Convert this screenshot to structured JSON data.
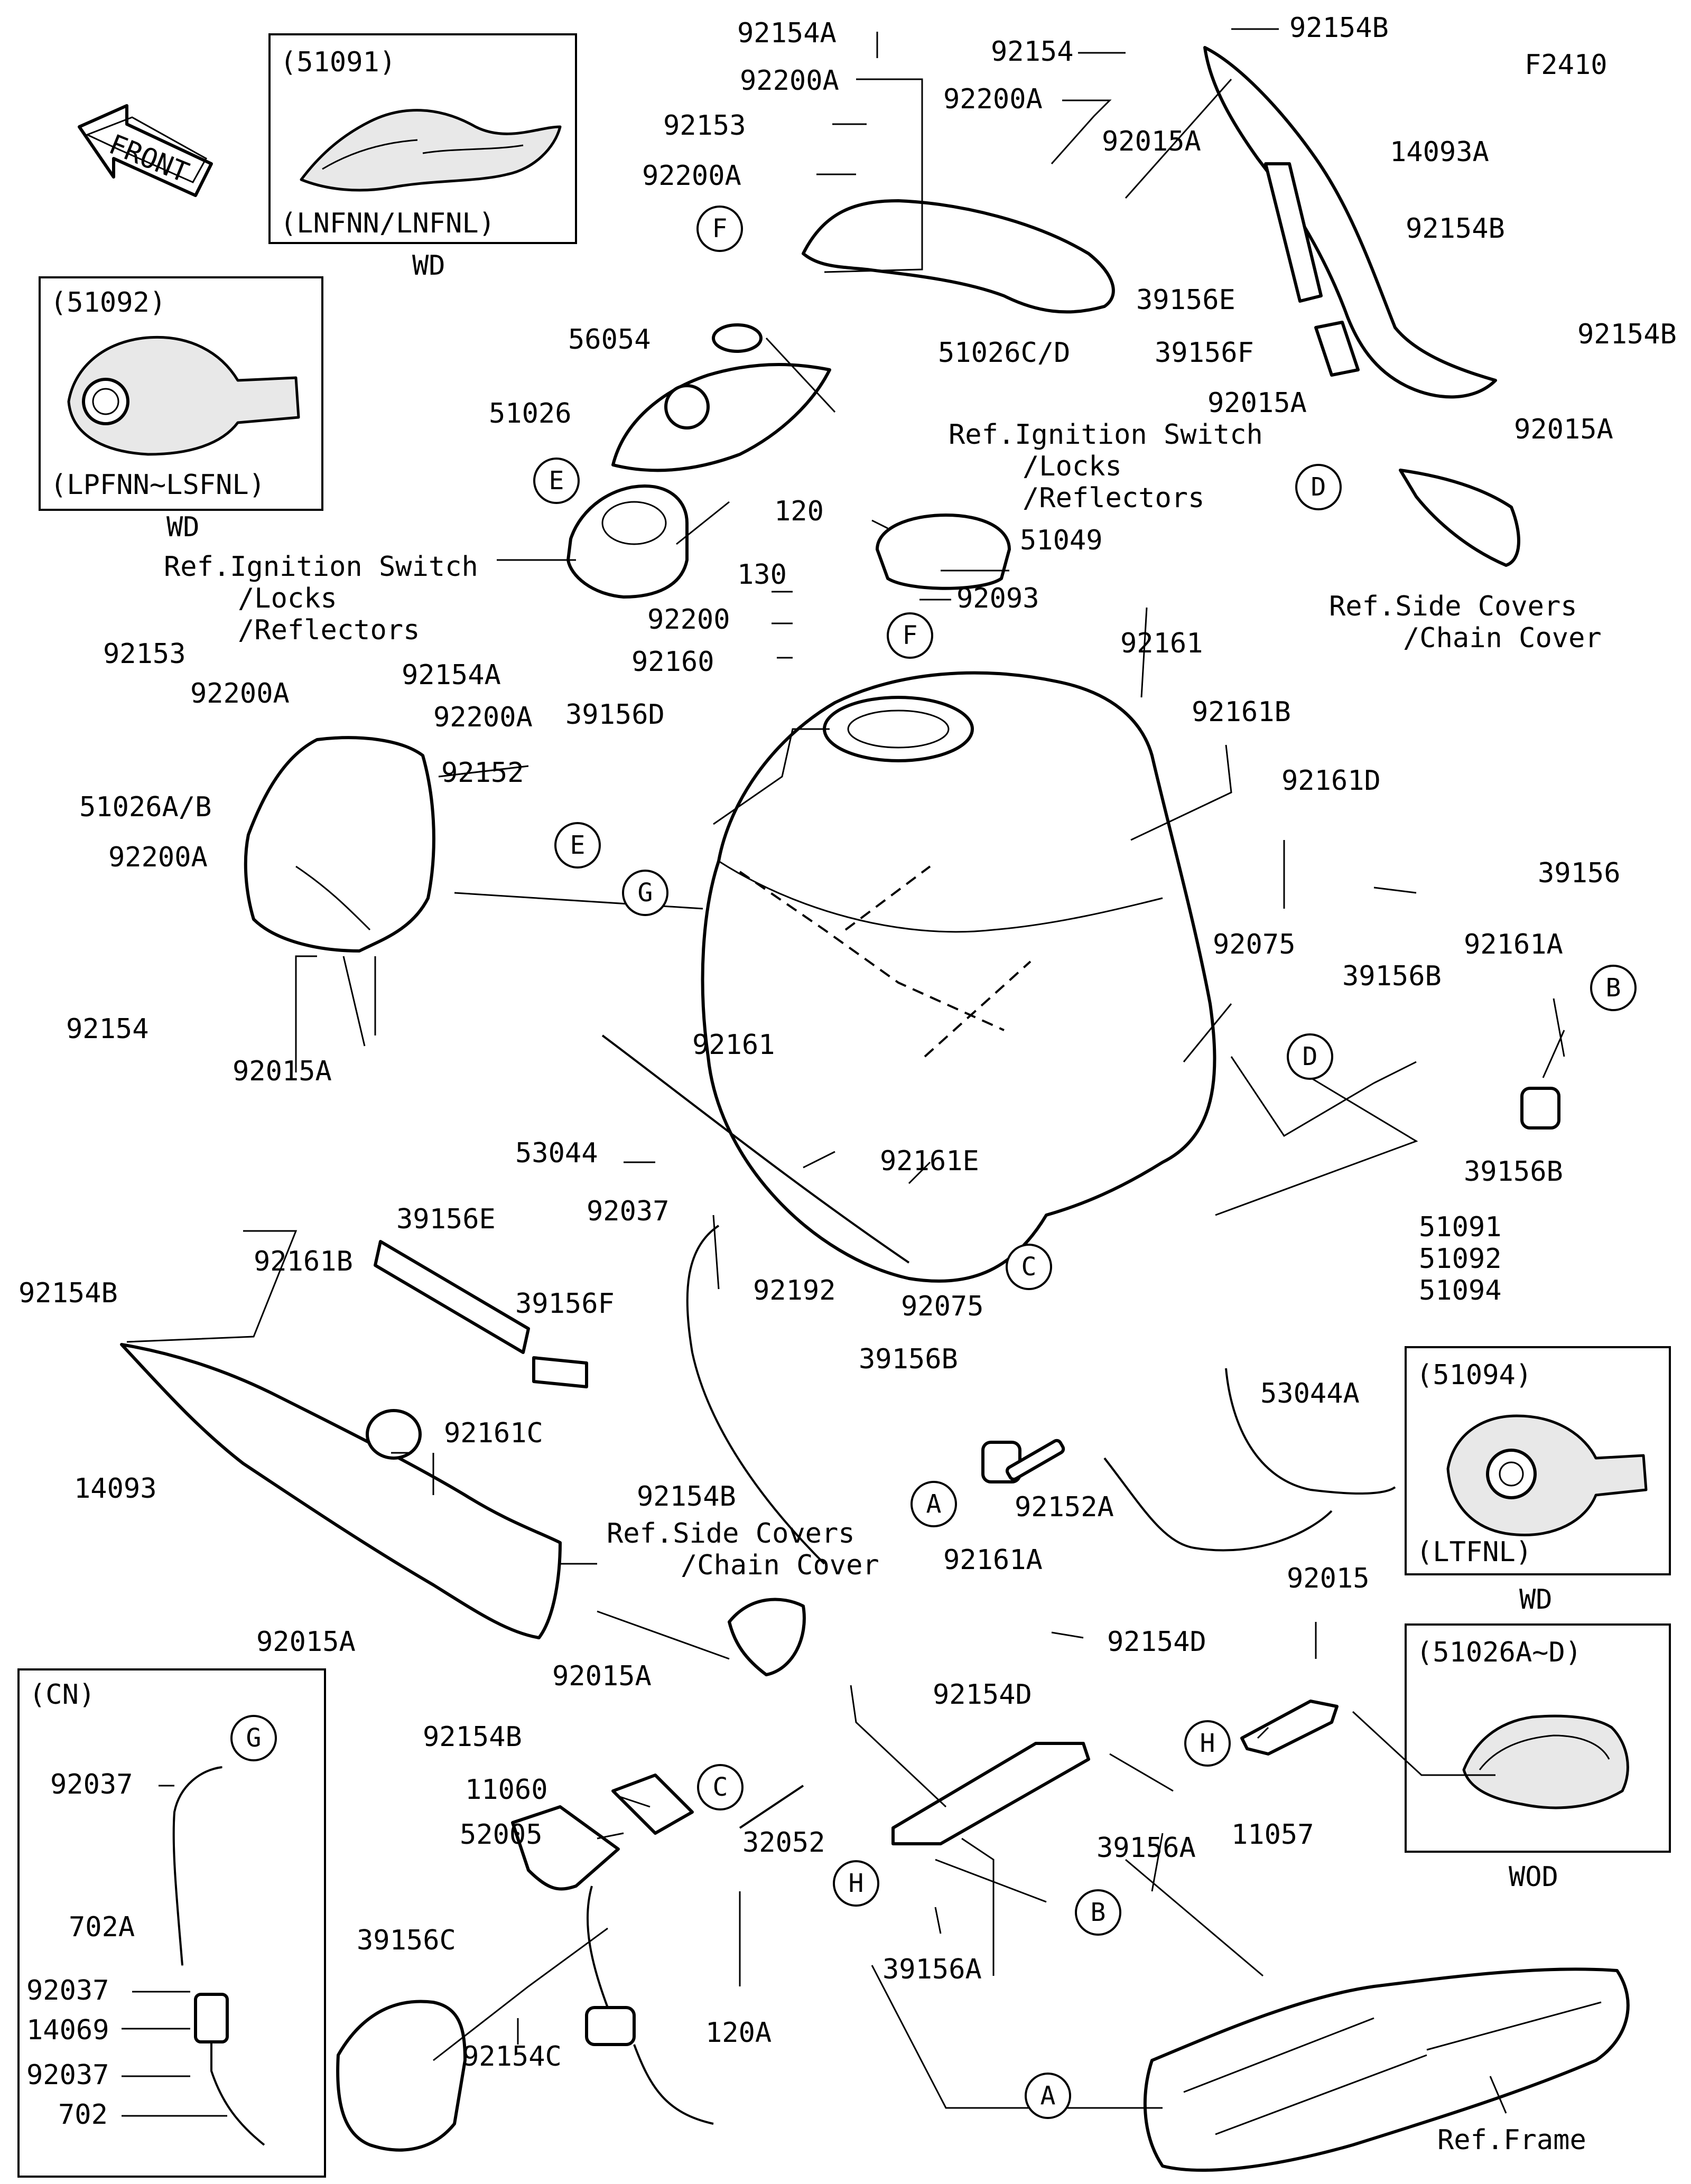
{
  "diagram_code": "F2410",
  "front_label": "FRONT",
  "insets": [
    {
      "part": "(51091)",
      "variant": "(LNFNN/LNFNL)",
      "caption": "WD"
    },
    {
      "part": "(51092)",
      "variant": "(LPFNN~LSFNL)",
      "caption": "WD"
    },
    {
      "part": "(51094)",
      "variant": "(LTFNL)",
      "caption": "WD"
    },
    {
      "part": "(51026A~D)",
      "variant": "",
      "caption": "WOD"
    },
    {
      "part": "(CN)",
      "variant": "",
      "caption": ""
    }
  ],
  "references": [
    {
      "id": "ref-ignition-1",
      "lines": [
        "Ref.Ignition Switch",
        "/Locks",
        "/Reflectors"
      ]
    },
    {
      "id": "ref-ignition-2",
      "lines": [
        "Ref.Ignition Switch",
        "/Locks",
        "/Reflectors"
      ]
    },
    {
      "id": "ref-side-1",
      "lines": [
        "Ref.Side Covers",
        "/Chain Cover"
      ]
    },
    {
      "id": "ref-side-2",
      "lines": [
        "Ref.Side Covers",
        "/Chain Cover"
      ]
    },
    {
      "id": "ref-frame",
      "lines": [
        "Ref.Frame"
      ]
    }
  ],
  "callouts": [
    "A",
    "B",
    "C",
    "D",
    "E",
    "F",
    "G",
    "H"
  ],
  "parts": [
    "92154A",
    "92200A",
    "92154",
    "92200A",
    "92154B",
    "92153",
    "92200A",
    "14093A",
    "92015A",
    "92154B",
    "39156E",
    "51026C/D",
    "39156F",
    "92154B",
    "56054",
    "92015A",
    "92015A",
    "51026",
    "51049",
    "120",
    "130",
    "92093",
    "92200",
    "92160",
    "92161",
    "92153",
    "92154A",
    "92200A",
    "39156D",
    "92161B",
    "92200A",
    "92152",
    "92161D",
    "51026A/B",
    "39156",
    "92200A",
    "92075",
    "92161A",
    "39156B",
    "92154",
    "92015A",
    "92161",
    "53044",
    "92161E",
    "39156B",
    "92037",
    "92075",
    "51091",
    "51092",
    "51094",
    "92192",
    "39156E",
    "92154B",
    "92161B",
    "39156F",
    "39156B",
    "53044A",
    "92161C",
    "14093",
    "92152A",
    "92161A",
    "92154B",
    "92015",
    "92015A",
    "92154B",
    "92015A",
    "92154D",
    "92154D",
    "11060",
    "52005",
    "32052",
    "39156A",
    "11057",
    "39156C",
    "39156A",
    "92154C",
    "120A",
    "92037",
    "702A",
    "92037",
    "14069",
    "92037",
    "702"
  ]
}
